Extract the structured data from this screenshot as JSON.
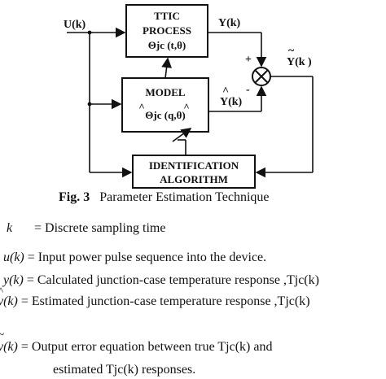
{
  "diagram": {
    "process_block": {
      "line1": "TTIC",
      "line2": "PROCESS",
      "line3": "Θjc (t,θ)"
    },
    "model_block": {
      "line1": "MODEL",
      "line2": "Θjc (q,θ)"
    },
    "ident_block": {
      "line1": "IDENTIFICATION",
      "line2": "ALGORITHM"
    },
    "signals": {
      "input": "U(k)",
      "output": "Y(k)",
      "model_output": "Y(k)",
      "error": "Y(k )",
      "plus": "+",
      "minus": "-"
    }
  },
  "caption": {
    "number": "Fig. 3",
    "text": "Parameter Estimation Technique"
  },
  "definitions": [
    {
      "symbol": "k",
      "text": "= Discrete sampling time"
    },
    {
      "symbol": "u(k)",
      "text": "= Input power pulse sequence into the device."
    },
    {
      "symbol": "y(k)",
      "text": "= Calculated junction-case temperature response ,Tjc(k)"
    },
    {
      "symbol": "y(k)",
      "text": "= Estimated  junction-case temperature response ,Tjc(k)"
    },
    {
      "symbol": "y(k)",
      "text": "= Output error equation between true Tjc(k) and"
    },
    {
      "symbol": "",
      "text": "estimated Tjc(k)  responses."
    }
  ]
}
